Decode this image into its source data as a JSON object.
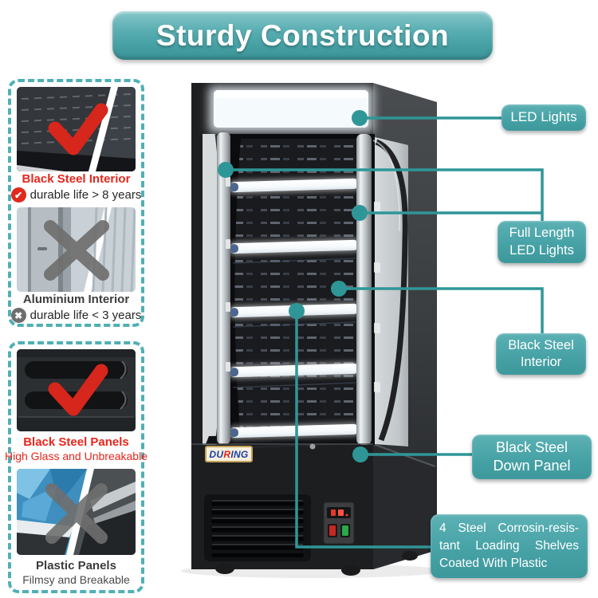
{
  "banner": {
    "title": "Sturdy Construction"
  },
  "comparison": {
    "interior": {
      "good": {
        "title": "Black Steel Interior",
        "caption": "durable life > 8 years"
      },
      "bad": {
        "title": "Aluminium Interior",
        "caption": "durable life < 3 years"
      }
    },
    "panels": {
      "good": {
        "title": "Black Steel Panels",
        "caption": "High Glass and Unbreakable"
      },
      "bad": {
        "title": "Plastic Panels",
        "caption": "Filmsy and Breakable"
      }
    }
  },
  "callouts": {
    "led_lights": {
      "label": "LED Lights"
    },
    "full_length_led": {
      "line1": "Full Length",
      "line2": "LED Lights"
    },
    "black_steel_interior": {
      "line1": "Black Steel",
      "line2": "Interior"
    },
    "down_panel": {
      "line1": "Black Steel",
      "line2": "Down Panel"
    },
    "shelves": {
      "line1": "4 Steel Corrosin-resis-",
      "line2": "tant Loading Shelves",
      "line3": "Coated With Plastic"
    }
  },
  "brand": {
    "p1": "DU",
    "p2": "R",
    "p3": "ING"
  },
  "icons": {
    "check": "✔",
    "cross": "✖"
  },
  "colors": {
    "accent_line": "#2f9698",
    "label_bg": "#47a2a6",
    "banner_teal": "#55acb0",
    "dashed_border": "#4fb0b4",
    "check_red": "#da281c",
    "cross_gray": "#6e6e6e",
    "title_red": "#e8251c"
  }
}
